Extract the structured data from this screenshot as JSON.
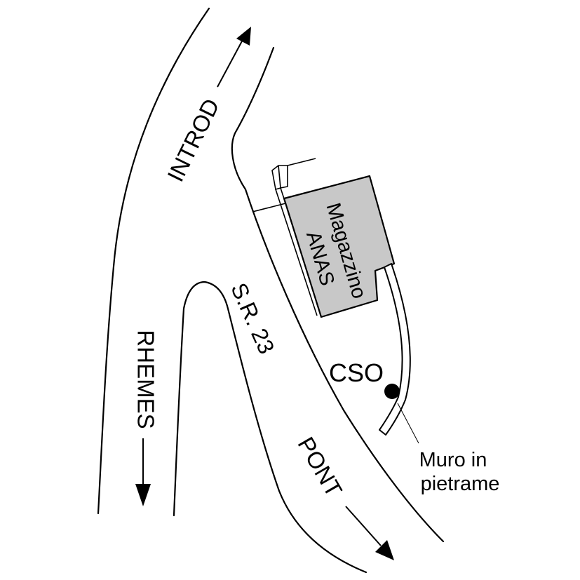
{
  "roads": {
    "introd": "INTROD",
    "rhemes": "RHEMES",
    "sr23": "S.R. 23",
    "pont": "PONT"
  },
  "building": {
    "line1": "Magazzino",
    "line2": "ANAS",
    "fill_color": "#c8c8c8"
  },
  "marker": {
    "label": "CSO",
    "icon": "point-marker-icon"
  },
  "wall": {
    "line1": "Muro in",
    "line2": "pietrame"
  }
}
